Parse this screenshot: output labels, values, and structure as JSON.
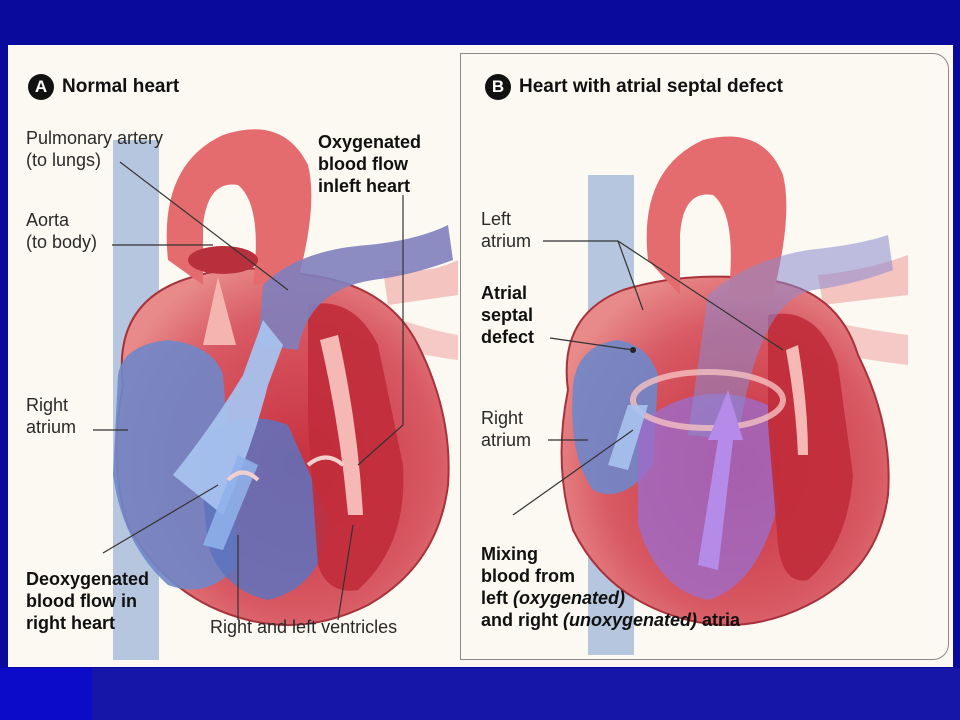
{
  "panel_a": {
    "badge": "A",
    "title": "Normal heart",
    "labels": {
      "pulmonary_artery": "Pulmonary artery\n(to lungs)",
      "aorta": "Aorta\n(to body)",
      "oxygenated": "Oxygenated\nblood flow\ninleft heart",
      "right_atrium": "Right\natrium",
      "deoxygenated": "Deoxygenated\nblood flow in\nright heart",
      "ventricles": "Right and left ventricles"
    }
  },
  "panel_b": {
    "badge": "B",
    "title": "Heart with atrial septal defect",
    "labels": {
      "left_atrium": "Left\natrium",
      "asd": "Atrial\nseptal\ndefect",
      "right_atrium": "Right\natrium",
      "mixing_line1": "Mixing",
      "mixing_line2": "blood from",
      "mixing_line3_a": "left ",
      "mixing_line3_b": "(oxygenated)",
      "mixing_line4_a": "and right ",
      "mixing_line4_b": "(unoxygenated)",
      "mixing_line4_c": " atria"
    }
  },
  "colors": {
    "slide_background": "#0a0a9c",
    "figure_background": "#fbf9f2",
    "oxygenated_red": "#d84a5a",
    "deoxygenated_blue": "#5b7fd6",
    "mixed_purple": "#9a6ad0"
  }
}
